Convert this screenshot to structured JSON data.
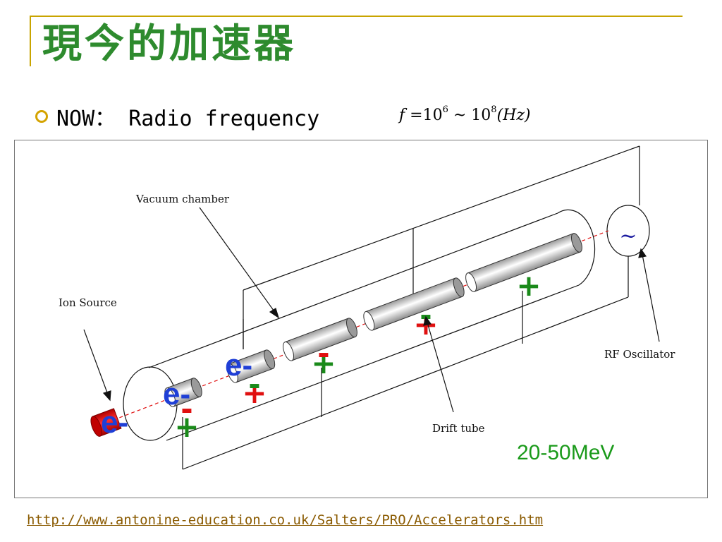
{
  "slide": {
    "title": "現今的加速器",
    "bullet": {
      "icon": "hollow-circle-bullet",
      "text": "NOW： Radio frequency",
      "formula": {
        "f": "f",
        "eq": " =10",
        "exp1": "6",
        "tilde": " ~ 10",
        "exp2": "8",
        "unit": "(Hz)"
      }
    },
    "source_link": "http://www.antonine-education.co.uk/Salters/PRO/Accelerators.htm"
  },
  "diagram": {
    "labels": {
      "vacuum_chamber": "Vacuum chamber",
      "ion_source": "Ion Source",
      "rf_oscillator": "RF Oscillator",
      "drift_tube": "Drift tube",
      "oscillator_symbol": "~"
    },
    "electron_label": "e-",
    "energy": "20-50MeV",
    "colors": {
      "electron": "#1f3fd6",
      "plus": "#1a8a1a",
      "minus": "#e01010",
      "energy_text": "#1a9a1a",
      "ion_source": "#e01010",
      "beam": "#e01010"
    }
  }
}
